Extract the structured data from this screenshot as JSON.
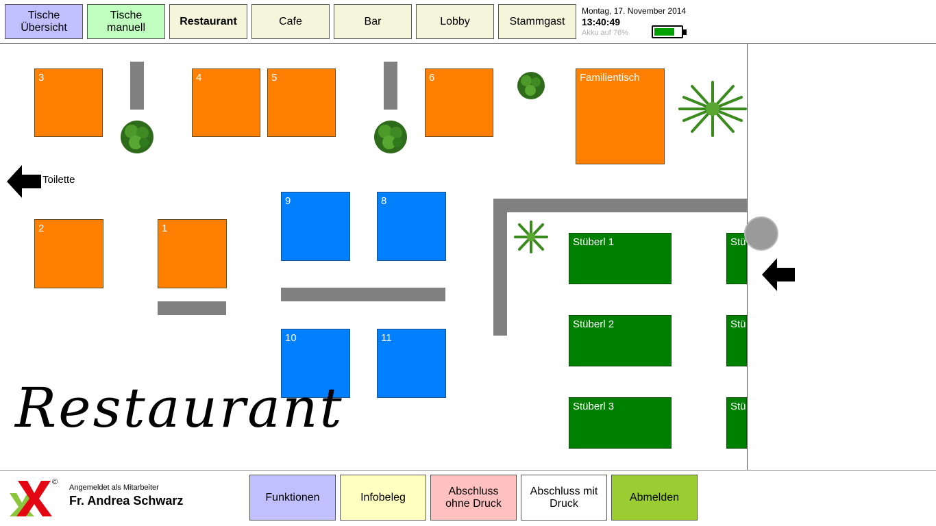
{
  "nav": {
    "tables_overview": "Tische\nÜbersicht",
    "tables_manual": "Tische\nmanuell",
    "restaurant": "Restaurant",
    "cafe": "Cafe",
    "bar": "Bar",
    "lobby": "Lobby",
    "regular_guest": "Stammgast"
  },
  "status": {
    "date": "Montag, 17. November 2014",
    "time": "13:40:49",
    "battery_text": "Akku auf 76%",
    "battery_level": 0.76,
    "battery_color": "#00a000"
  },
  "floor": {
    "title": "Restaurant",
    "toilet_label": "Toilette",
    "tables": {
      "t3": "3",
      "t4": "4",
      "t5": "5",
      "t6": "6",
      "family": "Familientisch",
      "t2": "2",
      "t1": "1",
      "t9": "9",
      "t8": "8",
      "t10": "10",
      "t11": "11",
      "s1": "Stüberl 1",
      "s2": "Stüberl 2",
      "s3": "Stüberl 3",
      "s1b": "Stü",
      "s2b": "Stü",
      "s3b": "Stü"
    },
    "colors": {
      "orange": "#ff8000",
      "blue": "#0080ff",
      "green": "#008000"
    }
  },
  "footer": {
    "logged_in_label": "Angemeldet als Mitarbeiter",
    "user_name": "Fr. Andrea Schwarz",
    "copyright": "©",
    "functions": "Funktionen",
    "info_receipt": "Infobeleg",
    "close_no_print": "Abschluss\nohne Druck",
    "close_print": "Abschluss mit\nDruck",
    "logout": "Abmelden"
  }
}
